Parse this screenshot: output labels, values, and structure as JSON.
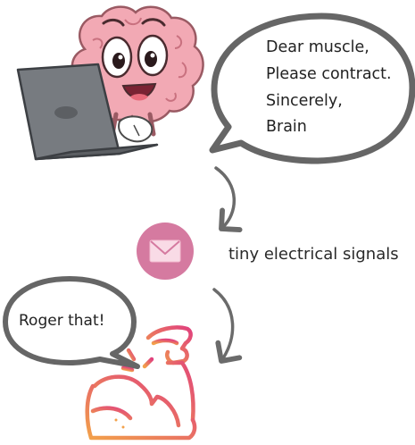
{
  "brain_bubble": {
    "line1": "Dear muscle,",
    "line2": "Please contract.",
    "line3": "Sincerely,",
    "line4": "Brain"
  },
  "signal_label": "tiny electrical signals",
  "muscle_bubble": {
    "text": "Roger that!"
  },
  "colors": {
    "bubble_stroke": "#666666",
    "arrow": "#6b6b6b",
    "envelope_circle": "#d57aa0",
    "envelope": "#f9dbe6",
    "brain": "#f2a9b4",
    "laptop": "#777b80",
    "muscle_gradient_start": "#f2a14a",
    "muscle_gradient_end": "#e0407d"
  },
  "icons": {
    "brain": "brain-character-icon",
    "laptop": "laptop-icon",
    "envelope": "envelope-icon",
    "muscle": "flexed-arm-icon"
  }
}
